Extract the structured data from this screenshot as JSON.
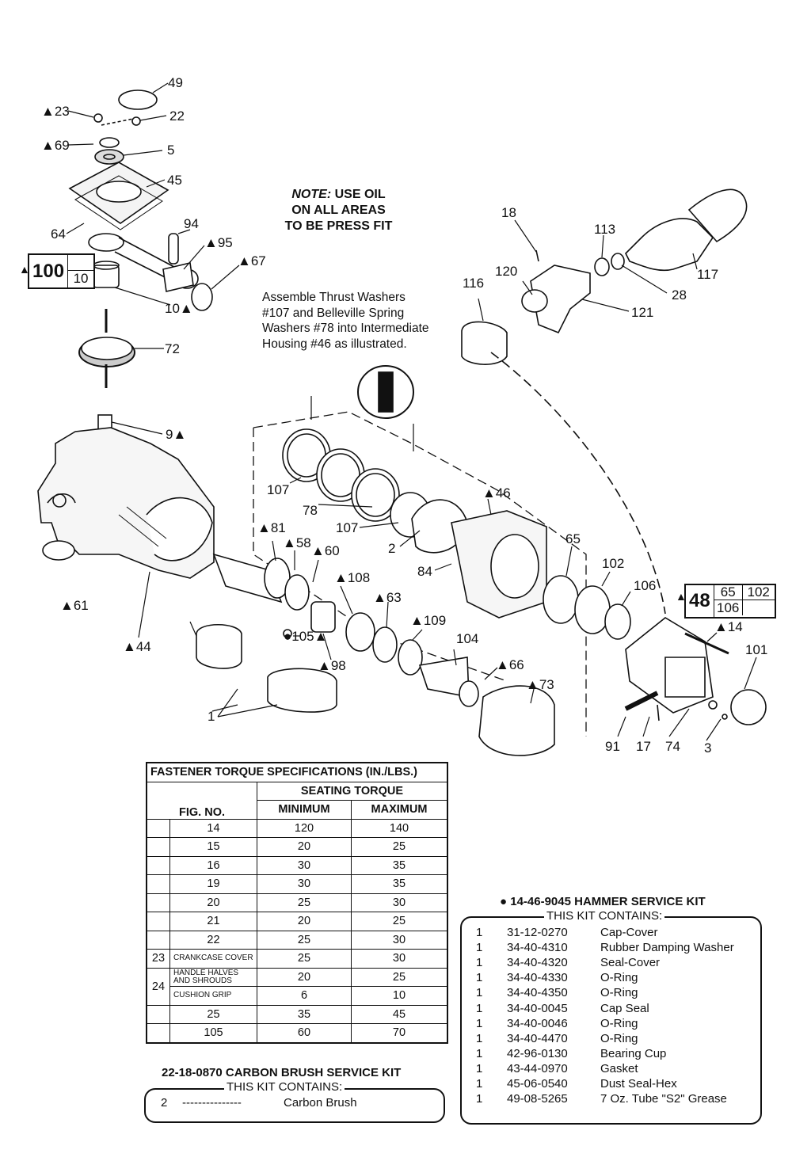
{
  "note": {
    "label": "NOTE:",
    "line1": "USE OIL",
    "line2": "ON ALL AREAS",
    "line3": "TO BE PRESS FIT"
  },
  "assemble": {
    "line1": "Assemble Thrust Washers",
    "line2": "#107 and Belleville Spring",
    "line3": "Washers #78 into Intermediate",
    "line4": "Housing #46 as illustrated."
  },
  "callouts": [
    "49",
    "▲23",
    "22",
    "▲69",
    "5",
    "45",
    "64",
    "94",
    "▲95",
    "▲67",
    "10▲",
    "72",
    "9▲",
    "▲61",
    "▲44",
    "1",
    "107",
    "78",
    "107",
    "2",
    "▲46",
    "84",
    "▲81",
    "▲58",
    "▲60",
    "▲108",
    "▲63",
    "▲109",
    "104",
    "▲66",
    "▲73",
    "●105▲",
    "▲98",
    "65",
    "102",
    "106",
    "18",
    "113",
    "117",
    "28",
    "120",
    "116",
    "121",
    "▲14",
    "101",
    "91",
    "17",
    "74",
    "3"
  ],
  "ref100": {
    "big": "100",
    "cell": "10"
  },
  "ref48": {
    "big": "48",
    "c1": "65",
    "c2": "102",
    "c3": "106"
  },
  "torque": {
    "title": "FASTENER TORQUE SPECIFICATIONS (IN./LBS.)",
    "seating": "SEATING TORQUE",
    "col_fig": "FIG. NO.",
    "col_min": "MINIMUM",
    "col_max": "MAXIMUM",
    "rows": [
      {
        "fig": "14",
        "min": "120",
        "max": "140"
      },
      {
        "fig": "15",
        "min": "20",
        "max": "25"
      },
      {
        "fig": "16",
        "min": "30",
        "max": "35"
      },
      {
        "fig": "19",
        "min": "30",
        "max": "35"
      },
      {
        "fig": "20",
        "min": "25",
        "max": "30"
      },
      {
        "fig": "21",
        "min": "20",
        "max": "25"
      },
      {
        "fig": "22",
        "min": "25",
        "max": "30"
      }
    ],
    "row23": {
      "fig": "23",
      "desc": "CRANKCASE COVER",
      "min": "25",
      "max": "30"
    },
    "row24": {
      "fig": "24",
      "desc1a": "HANDLE HALVES",
      "desc1b": "AND SHROUDS",
      "min1": "20",
      "max1": "25",
      "desc2": "CUSHION GRIP",
      "min2": "6",
      "max2": "10"
    },
    "rows2": [
      {
        "fig": "25",
        "min": "35",
        "max": "45"
      },
      {
        "fig": "105",
        "min": "60",
        "max": "70"
      }
    ]
  },
  "brush_kit": {
    "title": "22-18-0870 CARBON BRUSH SERVICE KIT",
    "contains": "THIS KIT CONTAINS:",
    "qty": "2",
    "dash": "---------------",
    "desc": "Carbon Brush"
  },
  "hammer_kit": {
    "title": "● 14-46-9045 HAMMER SERVICE KIT",
    "contains": "THIS KIT CONTAINS:",
    "items": [
      {
        "qty": "1",
        "part": "31-12-0270",
        "desc": "Cap-Cover"
      },
      {
        "qty": "1",
        "part": "34-40-4310",
        "desc": "Rubber Damping Washer"
      },
      {
        "qty": "1",
        "part": "34-40-4320",
        "desc": "Seal-Cover"
      },
      {
        "qty": "1",
        "part": "34-40-4330",
        "desc": "O-Ring"
      },
      {
        "qty": "1",
        "part": "34-40-4350",
        "desc": "O-Ring"
      },
      {
        "qty": "1",
        "part": "34-40-0045",
        "desc": "Cap Seal"
      },
      {
        "qty": "1",
        "part": "34-40-0046",
        "desc": "O-Ring"
      },
      {
        "qty": "1",
        "part": "34-40-4470",
        "desc": "O-Ring"
      },
      {
        "qty": "1",
        "part": "42-96-0130",
        "desc": "Bearing Cup"
      },
      {
        "qty": "1",
        "part": "43-44-0970",
        "desc": "Gasket"
      },
      {
        "qty": "1",
        "part": "45-06-0540",
        "desc": "Dust Seal-Hex"
      },
      {
        "qty": "1",
        "part": "49-08-5265",
        "desc": "7 Oz. Tube \"S2\" Grease"
      }
    ]
  }
}
